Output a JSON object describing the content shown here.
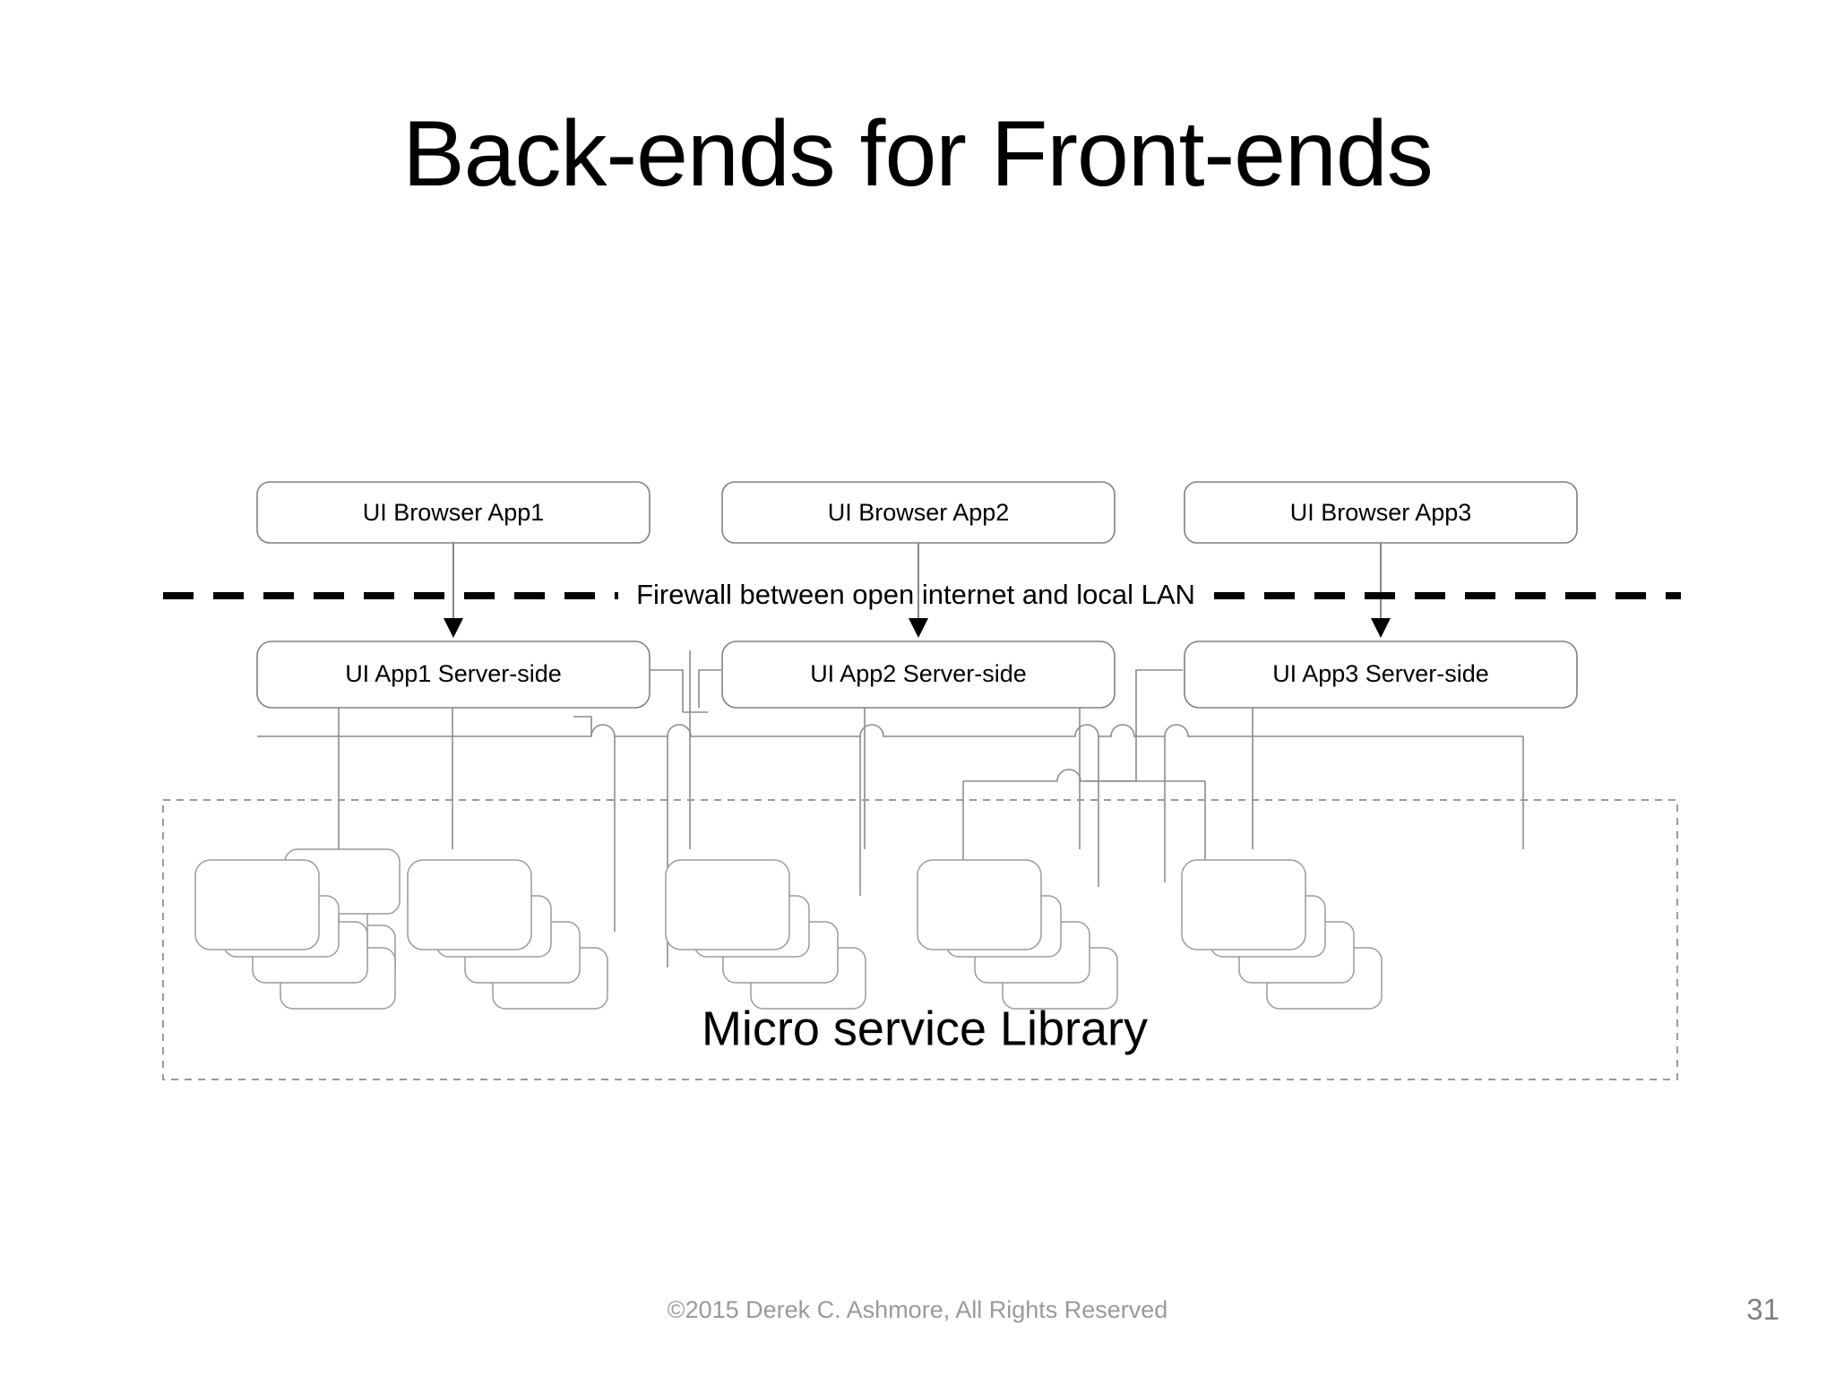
{
  "slide": {
    "title": "Back-ends for Front-ends",
    "page_number": "31",
    "copyright": "©2015 Derek C. Ashmore, All Rights Reserved"
  },
  "diagram": {
    "browser_tier": [
      {
        "label": "UI Browser App1"
      },
      {
        "label": "UI Browser App2"
      },
      {
        "label": "UI Browser App3"
      }
    ],
    "firewall": {
      "label": "Firewall between open internet and local LAN"
    },
    "server_tier": [
      {
        "label": "UI App1 Server-side"
      },
      {
        "label": "UI App2 Server-side"
      },
      {
        "label": "UI App3 Server-side"
      }
    ],
    "library": {
      "label": "Micro service Library",
      "stack_count": 5,
      "boxes_per_stack": 4
    }
  },
  "colors": {
    "background": "#ffffff",
    "text": "#000000",
    "box_stroke": "#808080",
    "connector": "#8c8c8c",
    "firewall": "#000000",
    "library_frame": "#9a9a9a",
    "footer_text": "#9a9a9a"
  }
}
